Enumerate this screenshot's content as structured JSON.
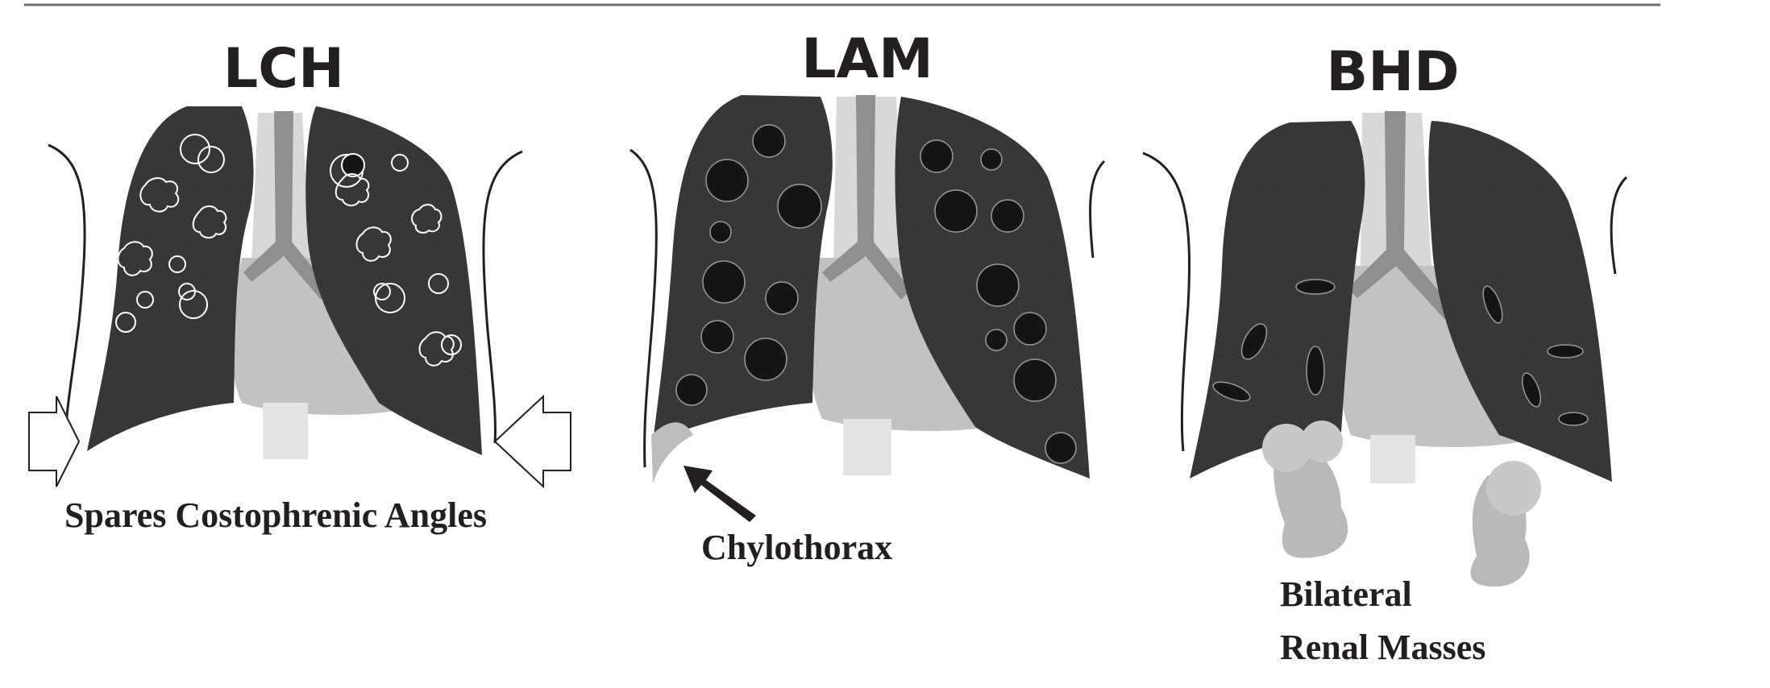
{
  "panels": [
    {
      "title": "LCH",
      "captions": [
        "Spares Costophrenic Angles"
      ]
    },
    {
      "title": "LAM",
      "captions": [
        "Chylothorax"
      ]
    },
    {
      "title": "BHD",
      "captions": [
        "Bilateral",
        "Renal Masses"
      ]
    }
  ],
  "colors": {
    "lung": "#3a3a3a",
    "cyst": "#151515",
    "mediastinum": "#d6d6d6",
    "heart": "#bdbdbd",
    "trachea": "#8c8c8c",
    "kidney": "#b9b9b9",
    "outline": "#231f20"
  },
  "icons": [
    "hollow-arrow-left-icon",
    "hollow-arrow-right-icon",
    "solid-arrow-icon"
  ]
}
